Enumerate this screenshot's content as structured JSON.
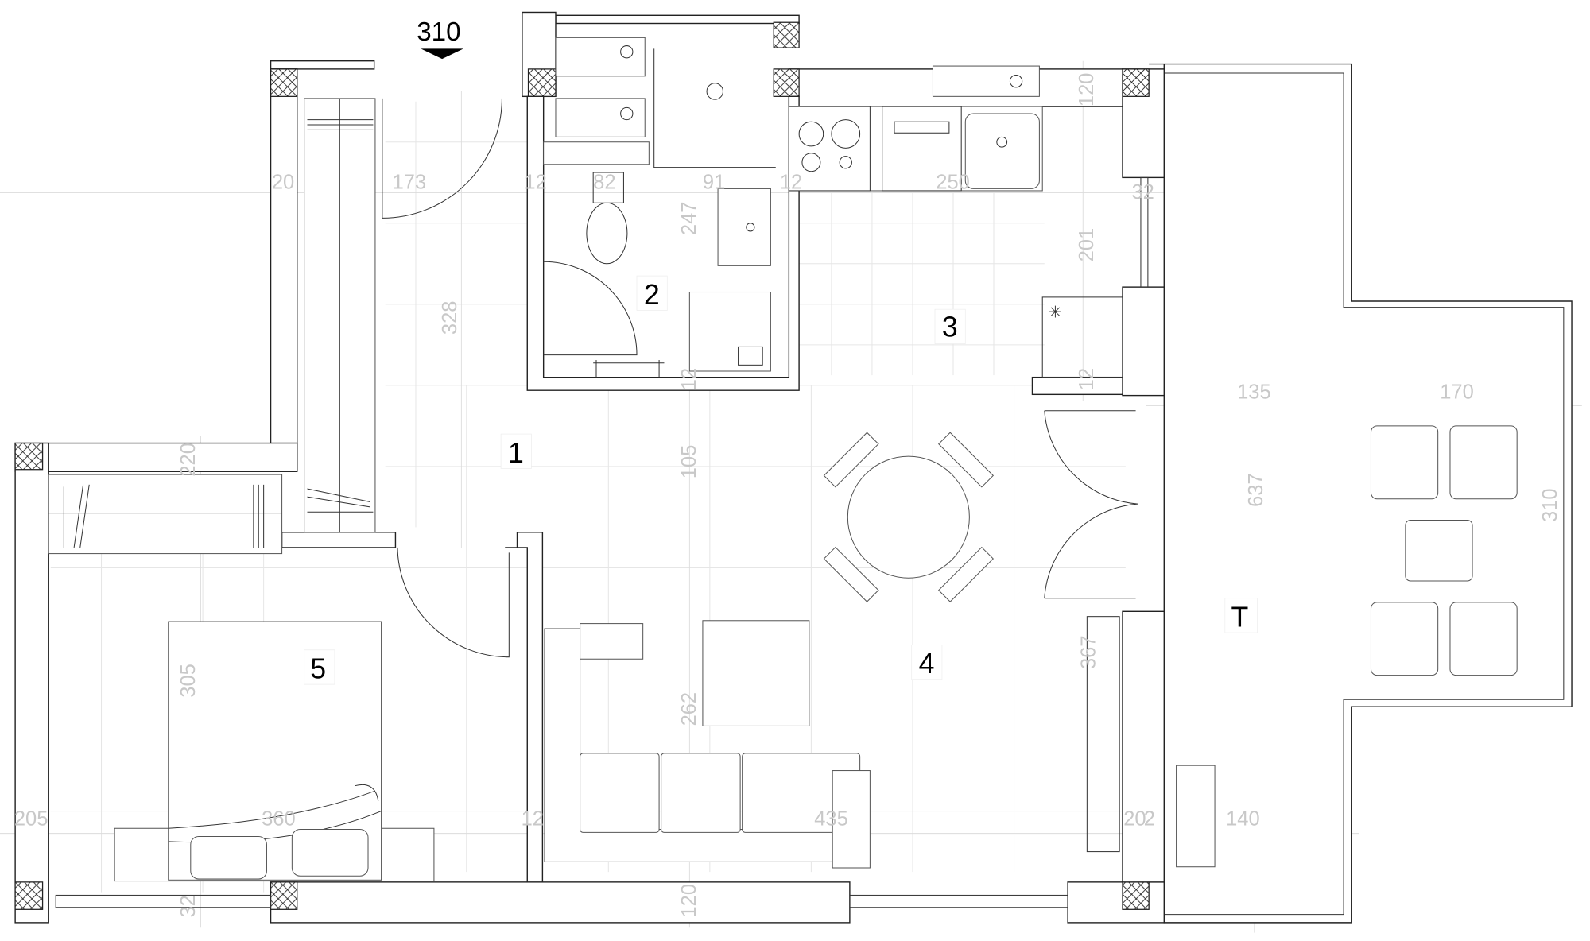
{
  "section_marker": {
    "label": "310"
  },
  "rooms": [
    {
      "id": "1",
      "label": "1"
    },
    {
      "id": "2",
      "label": "2"
    },
    {
      "id": "3",
      "label": "3"
    },
    {
      "id": "4",
      "label": "4"
    },
    {
      "id": "5",
      "label": "5"
    },
    {
      "id": "T",
      "label": "T"
    }
  ],
  "dimensions": [
    "20",
    "173",
    "12",
    "82",
    "91",
    "12",
    "247",
    "328",
    "12",
    "250",
    "120",
    "32",
    "201",
    "12",
    "135",
    "170",
    "105",
    "637",
    "310",
    "220",
    "305",
    "262",
    "205",
    "360",
    "12",
    "435",
    "367",
    "20",
    "2",
    "140",
    "32",
    "120"
  ],
  "colors": {
    "wall": "#222222",
    "dimension": "#c8c8c8",
    "hatch": "#222222"
  }
}
